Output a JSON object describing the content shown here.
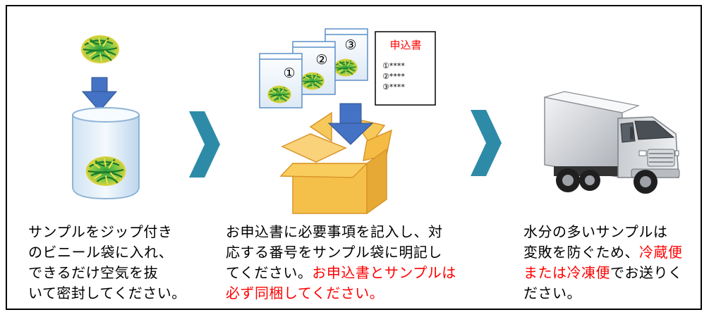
{
  "diagram": {
    "step1": {
      "lines": [
        "サンプルをジップ付き",
        "のビニール袋に入れ、",
        "できるだけ空気を抜",
        "いて密封してください。"
      ]
    },
    "step2": {
      "bag_numbers": [
        "①",
        "②",
        "③"
      ],
      "form": {
        "title": "申込書",
        "lines": [
          "①****",
          "②****",
          "③****"
        ]
      },
      "line1": "お申込書に必要事項を記入し、対",
      "line2": "応する番号をサンプル袋に明記し",
      "line3_normal": "てください。",
      "line3_red": "お申込書とサンプルは",
      "line4_red": "必ず同梱してください。"
    },
    "step3": {
      "line1": "水分の多いサンプルは",
      "line2_normal": "変敗を防ぐため、",
      "line2_red": "冷蔵便",
      "line3_red": "または冷凍便",
      "line3_normal": "でお送りく",
      "line4": "ださい。"
    },
    "colors": {
      "arrow_blue": "#4472c4",
      "chevron_teal": "#2e8ba8",
      "box_orange": "#f5c04a",
      "highlight_red": "#ff0000"
    }
  }
}
